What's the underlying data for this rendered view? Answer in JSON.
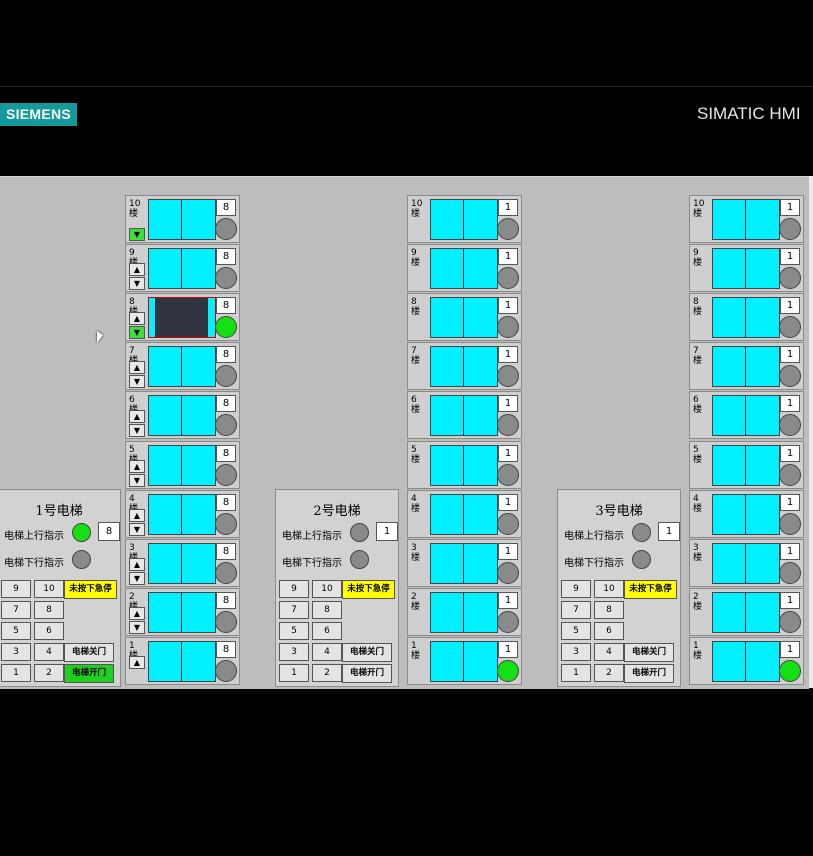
{
  "header": {
    "brand": "SIEMENS",
    "product": "SIMATIC HMI"
  },
  "elevators": [
    {
      "id": 1,
      "title": "1号电梯",
      "up_label": "电梯上行指示",
      "down_label": "电梯下行指示",
      "up_lamp_on": true,
      "down_lamp_on": false,
      "current_floor": "8",
      "floor_buttons": [
        [
          "9",
          "10"
        ],
        [
          "7",
          "8"
        ],
        [
          "5",
          "6"
        ],
        [
          "3",
          "4"
        ],
        [
          "1",
          "2"
        ]
      ],
      "estop_label": "未按下急停",
      "close_label": "电梯关门",
      "open_label": "电梯开门",
      "open_lit": true,
      "floors": [
        {
          "label": "10楼",
          "display": "8",
          "lamp_on": false,
          "door_open": false,
          "call_up": false,
          "call_down": true,
          "call_down_lit": true
        },
        {
          "label": "9楼",
          "display": "8",
          "lamp_on": false,
          "door_open": false,
          "call_up": true,
          "call_down": true
        },
        {
          "label": "8楼",
          "display": "8",
          "lamp_on": true,
          "door_open": true,
          "call_up": true,
          "call_down": true,
          "call_down_lit": true
        },
        {
          "label": "7楼",
          "display": "8",
          "lamp_on": false,
          "door_open": false,
          "call_up": true,
          "call_down": true
        },
        {
          "label": "6楼",
          "display": "8",
          "lamp_on": false,
          "door_open": false,
          "call_up": true,
          "call_down": true
        },
        {
          "label": "5楼",
          "display": "8",
          "lamp_on": false,
          "door_open": false,
          "call_up": true,
          "call_down": true
        },
        {
          "label": "4楼",
          "display": "8",
          "lamp_on": false,
          "door_open": false,
          "call_up": true,
          "call_down": true
        },
        {
          "label": "3楼",
          "display": "8",
          "lamp_on": false,
          "door_open": false,
          "call_up": true,
          "call_down": true
        },
        {
          "label": "2楼",
          "display": "8",
          "lamp_on": false,
          "door_open": false,
          "call_up": true,
          "call_down": true
        },
        {
          "label": "1楼",
          "display": "8",
          "lamp_on": false,
          "door_open": false,
          "call_up": true,
          "call_down": false
        }
      ]
    },
    {
      "id": 2,
      "title": "2号电梯",
      "up_label": "电梯上行指示",
      "down_label": "电梯下行指示",
      "up_lamp_on": false,
      "down_lamp_on": false,
      "current_floor": "1",
      "floor_buttons": [
        [
          "9",
          "10"
        ],
        [
          "7",
          "8"
        ],
        [
          "5",
          "6"
        ],
        [
          "3",
          "4"
        ],
        [
          "1",
          "2"
        ]
      ],
      "estop_label": "未按下急停",
      "close_label": "电梯关门",
      "open_label": "电梯开门",
      "open_lit": false,
      "floors": [
        {
          "label": "10楼",
          "display": "1",
          "lamp_on": false
        },
        {
          "label": "9楼",
          "display": "1",
          "lamp_on": false
        },
        {
          "label": "8楼",
          "display": "1",
          "lamp_on": false
        },
        {
          "label": "7楼",
          "display": "1",
          "lamp_on": false
        },
        {
          "label": "6楼",
          "display": "1",
          "lamp_on": false
        },
        {
          "label": "5楼",
          "display": "1",
          "lamp_on": false
        },
        {
          "label": "4楼",
          "display": "1",
          "lamp_on": false
        },
        {
          "label": "3楼",
          "display": "1",
          "lamp_on": false
        },
        {
          "label": "2楼",
          "display": "1",
          "lamp_on": false
        },
        {
          "label": "1楼",
          "display": "1",
          "lamp_on": true
        }
      ]
    },
    {
      "id": 3,
      "title": "3号电梯",
      "up_label": "电梯上行指示",
      "down_label": "电梯下行指示",
      "up_lamp_on": false,
      "down_lamp_on": false,
      "current_floor": "1",
      "floor_buttons": [
        [
          "9",
          "10"
        ],
        [
          "7",
          "8"
        ],
        [
          "5",
          "6"
        ],
        [
          "3",
          "4"
        ],
        [
          "1",
          "2"
        ]
      ],
      "estop_label": "未按下急停",
      "close_label": "电梯关门",
      "open_label": "电梯开门",
      "open_lit": false,
      "floors": [
        {
          "label": "10楼",
          "display": "1",
          "lamp_on": false
        },
        {
          "label": "9楼",
          "display": "1",
          "lamp_on": false
        },
        {
          "label": "8楼",
          "display": "1",
          "lamp_on": false
        },
        {
          "label": "7楼",
          "display": "1",
          "lamp_on": false
        },
        {
          "label": "6楼",
          "display": "1",
          "lamp_on": false
        },
        {
          "label": "5楼",
          "display": "1",
          "lamp_on": false
        },
        {
          "label": "4楼",
          "display": "1",
          "lamp_on": false
        },
        {
          "label": "3楼",
          "display": "1",
          "lamp_on": false
        },
        {
          "label": "2楼",
          "display": "1",
          "lamp_on": false
        },
        {
          "label": "1楼",
          "display": "1",
          "lamp_on": true
        }
      ]
    }
  ],
  "colors": {
    "brand": "#149a9a",
    "door": "#00f0ff",
    "lamp_on": "#14e014",
    "lamp_off": "#8a8a8a",
    "estop": "#ffff00",
    "background": "#bdbdbd"
  },
  "icons": {
    "call_up": "▲",
    "call_down": "▼"
  }
}
